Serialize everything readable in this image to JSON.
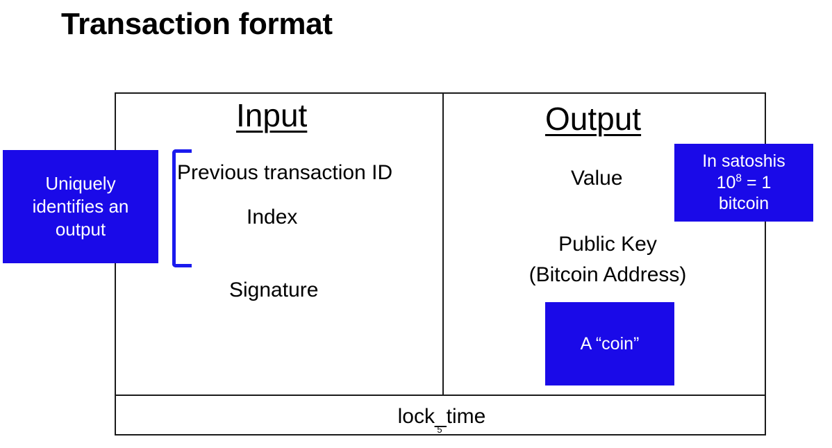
{
  "slide": {
    "title": "Transaction format",
    "page_number": "5",
    "accent_color": "#1a0ae8",
    "bracket_color": "#1a1aee",
    "border_color": "#1a1a1a",
    "text_color": "#000000"
  },
  "table": {
    "columns": [
      {
        "heading": "Input",
        "fields": [
          {
            "label": "Previous transaction ID"
          },
          {
            "label": "Index"
          },
          {
            "label": "Signature"
          }
        ]
      },
      {
        "heading": "Output",
        "fields": [
          {
            "label": "Value"
          },
          {
            "label": "Public Key"
          },
          {
            "label": "(Bitcoin Address)"
          }
        ]
      }
    ],
    "footer_row": {
      "label": "lock_time"
    }
  },
  "annotations": {
    "uniquely_identifies": {
      "line1": "Uniquely",
      "line2": "identifies an",
      "line3": "output"
    },
    "in_satoshis": {
      "line1": "In satoshis",
      "line2_base": "10",
      "line2_exponent": "8",
      "line2_rest": " = 1",
      "line3": "bitcoin"
    },
    "a_coin": {
      "label": "A “coin”"
    }
  }
}
